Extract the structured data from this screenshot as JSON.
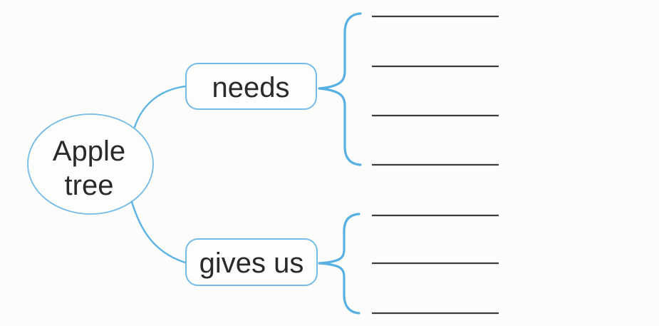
{
  "diagram": {
    "type": "mind-map-worksheet",
    "root": {
      "label": "Apple tree",
      "label_line1": "Apple",
      "label_line2": "tree"
    },
    "branches": [
      {
        "id": "needs",
        "label": "needs",
        "blank_count": 4
      },
      {
        "id": "gives_us",
        "label": "gives us",
        "blank_count": 3
      }
    ],
    "colors": {
      "node_stroke": "#74bbe6",
      "connector": "#5db4e4",
      "brace": "#58b0e2",
      "text": "#2a2a2a",
      "blank_line": "#3c3c3c",
      "background": "#fcfcfb"
    }
  }
}
